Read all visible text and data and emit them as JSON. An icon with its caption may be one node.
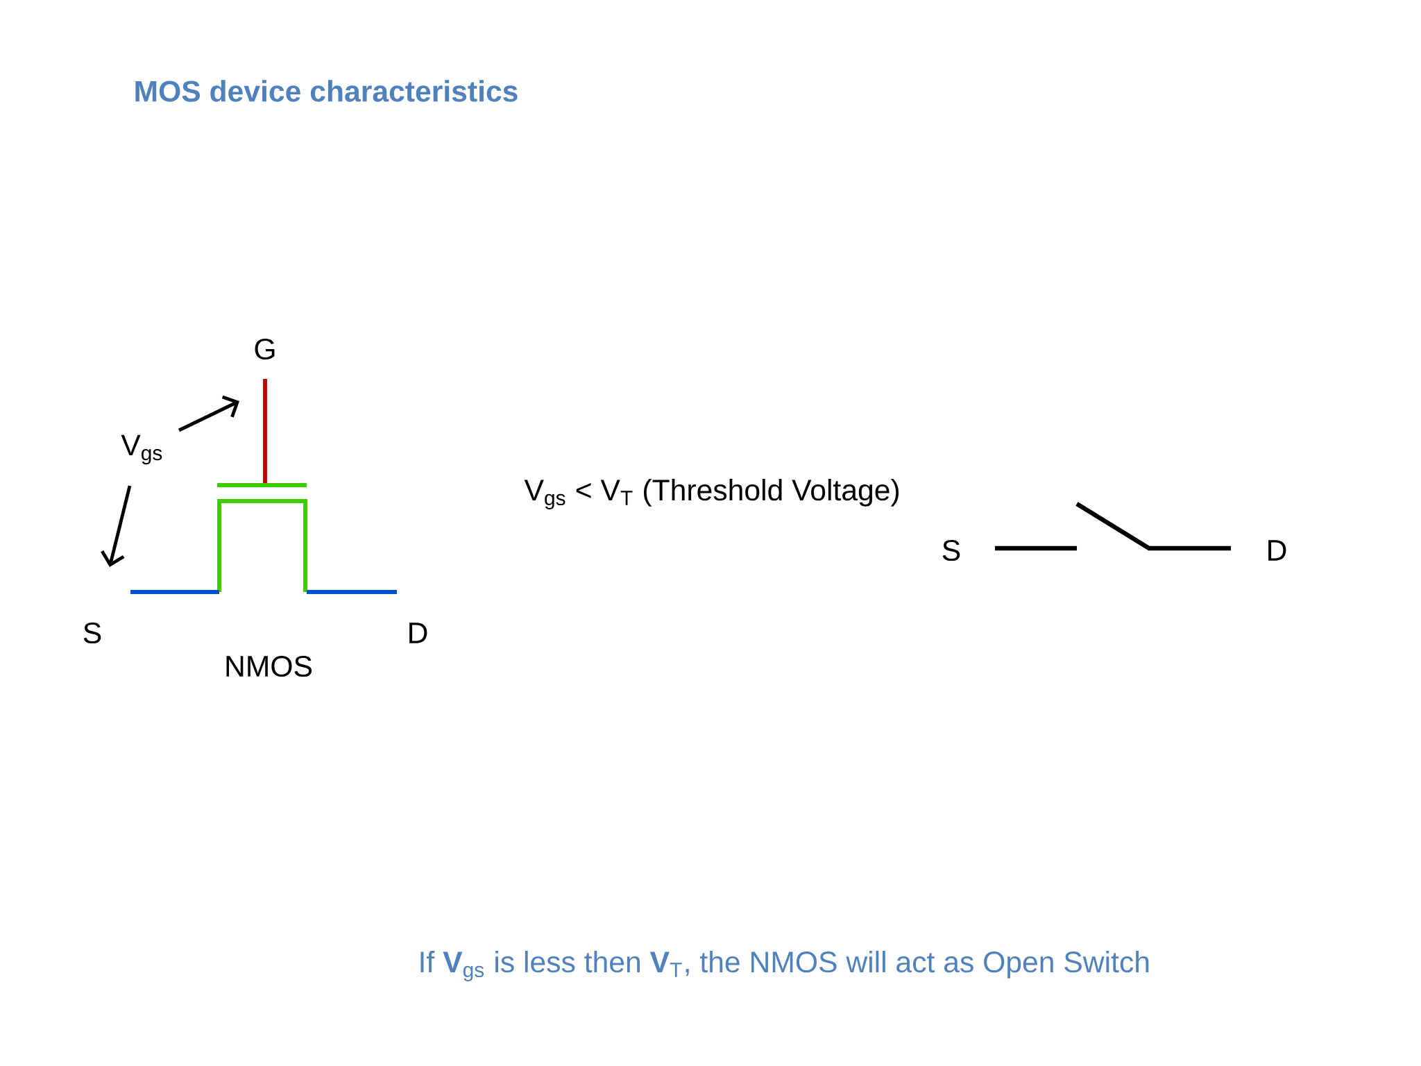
{
  "diagram": {
    "title": "MOS device characteristics",
    "caption": "If **V**$_{gs}$ is less then **V**$_{T}$, the NMOS will act as Open Switch",
    "labels": [
      "G",
      "V$_{gs}$",
      "S",
      "D",
      "NMOS",
      "V$_{gs}$ < V$_{T}$ (Threshold Voltage)",
      "S",
      "D"
    ]
  }
}
